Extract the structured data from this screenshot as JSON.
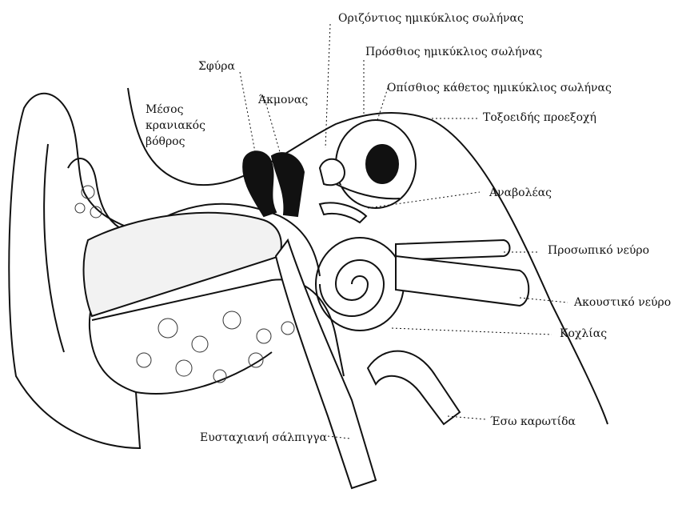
{
  "labels": {
    "horizontal_canal": "Οριζόντιος ημικύκλιος σωλήνας",
    "anterior_canal": "Πρόσθιος  ημικύκλιος σωλήνας",
    "posterior_canal": "Οπίσθιος κάθετος ημικύκλιος σωλήνας",
    "arcuate_eminence": "Τοξοειδής προεξοχή",
    "malleus": "Σφύρα",
    "incus": "Άκμονας",
    "middle_cranial_fossa": [
      "Μέσος",
      "κρανιακός",
      "βόθρος"
    ],
    "stapes": "Αναβολέας",
    "facial_nerve": "Προσωπικό νεύρο",
    "acoustic_nerve": "Ακουστικό νεύρο",
    "cochlea": "Κοχλίας",
    "internal_carotid": "Έσω καρωτίδα",
    "eustachian_tube": "Ευσταχιανή σάλπιγγα"
  },
  "colors": {
    "ink": "#111111",
    "paper": "#ffffff"
  }
}
